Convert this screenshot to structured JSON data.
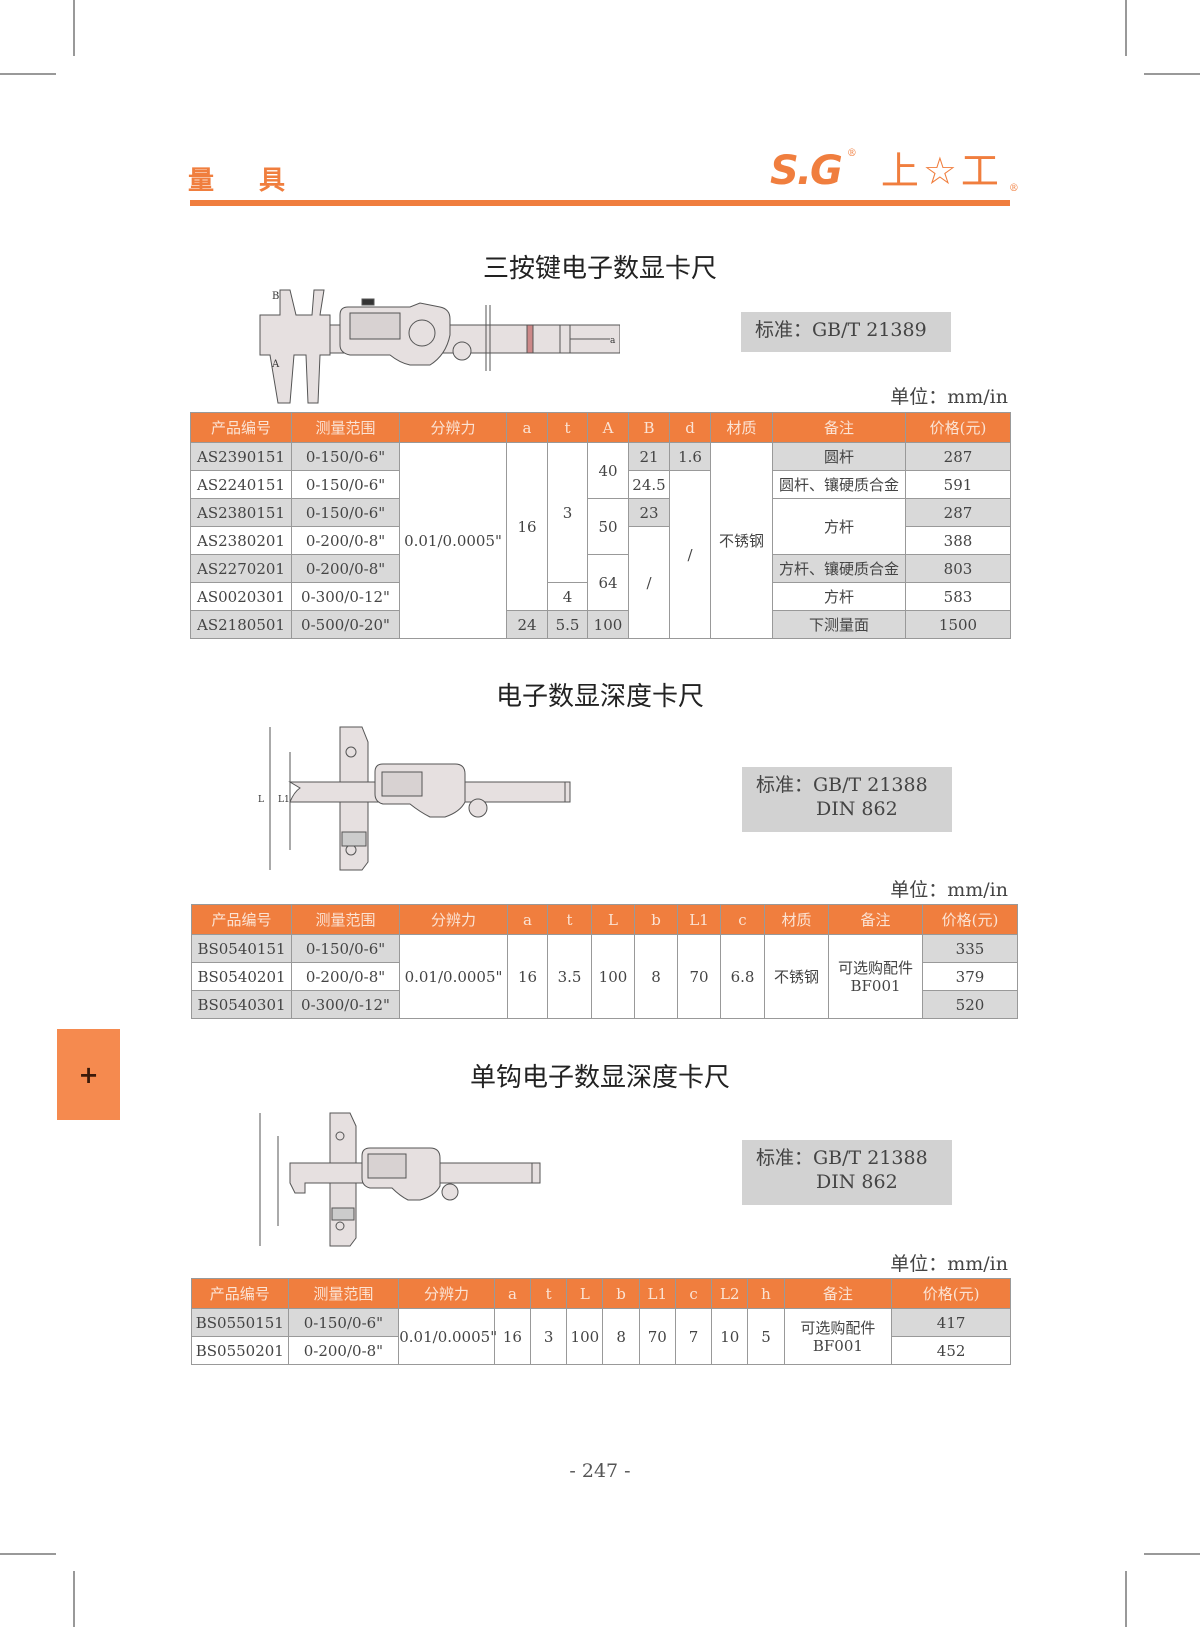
{
  "header": {
    "section_title": "量 具",
    "logo_text": "S.G",
    "logo_cn": "上☆工",
    "brand_color": "#f07e3e"
  },
  "sections": [
    {
      "title": "三按键电子数显卡尺",
      "standard_line1": "标准：GB/T 21389",
      "standard_line2": "",
      "unit": "单位：mm/in",
      "columns": [
        "产品编号",
        "测量范围",
        "分辨力",
        "a",
        "t",
        "A",
        "B",
        "d",
        "材质",
        "备注",
        "价格(元)"
      ],
      "rows": [
        {
          "code": "AS2390151",
          "range": "0-150/0-6\"",
          "B": "21",
          "d": "1.6",
          "note": "圆杆",
          "price": "287"
        },
        {
          "code": "AS2240151",
          "range": "0-150/0-6\"",
          "B": "24.5",
          "note": "圆杆、镶硬质合金",
          "price": "591"
        },
        {
          "code": "AS2380151",
          "range": "0-150/0-6\"",
          "B": "23",
          "price": "287"
        },
        {
          "code": "AS2380201",
          "range": "0-200/0-8\"",
          "price": "388"
        },
        {
          "code": "AS2270201",
          "range": "0-200/0-8\"",
          "note": "方杆、镶硬质合金",
          "price": "803"
        },
        {
          "code": "AS0020301",
          "range": "0-300/0-12\"",
          "t": "4",
          "note": "方杆",
          "price": "583"
        },
        {
          "code": "AS2180501",
          "range": "0-500/0-20\"",
          "a": "24",
          "t": "5.5",
          "A": "100",
          "note": "下测量面",
          "price": "1500"
        }
      ],
      "merged": {
        "resolution": "0.01/0.0005\"",
        "a_16": "16",
        "t_3": "3",
        "A_40": "40",
        "A_50": "50",
        "A_64": "64",
        "B_slash": "/",
        "d_slash": "/",
        "material": "不锈钢",
        "note_square": "方杆"
      }
    },
    {
      "title": "电子数显深度卡尺",
      "standard_line1": "标准：GB/T 21388",
      "standard_line2": "DIN 862",
      "unit": "单位：mm/in",
      "columns": [
        "产品编号",
        "测量范围",
        "分辨力",
        "a",
        "t",
        "L",
        "b",
        "L1",
        "c",
        "材质",
        "备注",
        "价格(元)"
      ],
      "rows": [
        {
          "code": "BS0540151",
          "range": "0-150/0-6\"",
          "price": "335"
        },
        {
          "code": "BS0540201",
          "range": "0-200/0-8\"",
          "price": "379"
        },
        {
          "code": "BS0540301",
          "range": "0-300/0-12\"",
          "price": "520"
        }
      ],
      "merged": {
        "resolution": "0.01/0.0005\"",
        "a": "16",
        "t": "3.5",
        "L": "100",
        "b": "8",
        "L1": "70",
        "c": "6.8",
        "material": "不锈钢",
        "note_line1": "可选购配件",
        "note_line2": "BF001"
      }
    },
    {
      "title": "单钩电子数显深度卡尺",
      "standard_line1": "标准：GB/T 21388",
      "standard_line2": "DIN 862",
      "unit": "单位：mm/in",
      "columns": [
        "产品编号",
        "测量范围",
        "分辨力",
        "a",
        "t",
        "L",
        "b",
        "L1",
        "c",
        "L2",
        "h",
        "备注",
        "价格(元)"
      ],
      "rows": [
        {
          "code": "BS0550151",
          "range": "0-150/0-6\"",
          "price": "417"
        },
        {
          "code": "BS0550201",
          "range": "0-200/0-8\"",
          "price": "452"
        }
      ],
      "merged": {
        "resolution": "0.01/0.0005\"",
        "a": "16",
        "t": "3",
        "L": "100",
        "b": "8",
        "L1": "70",
        "c": "7",
        "L2": "10",
        "h": "5",
        "note_line1": "可选购配件",
        "note_line2": "BF001"
      }
    }
  ],
  "side_tab": {
    "symbol": "+"
  },
  "footer": {
    "page_number": "- 247 -"
  }
}
